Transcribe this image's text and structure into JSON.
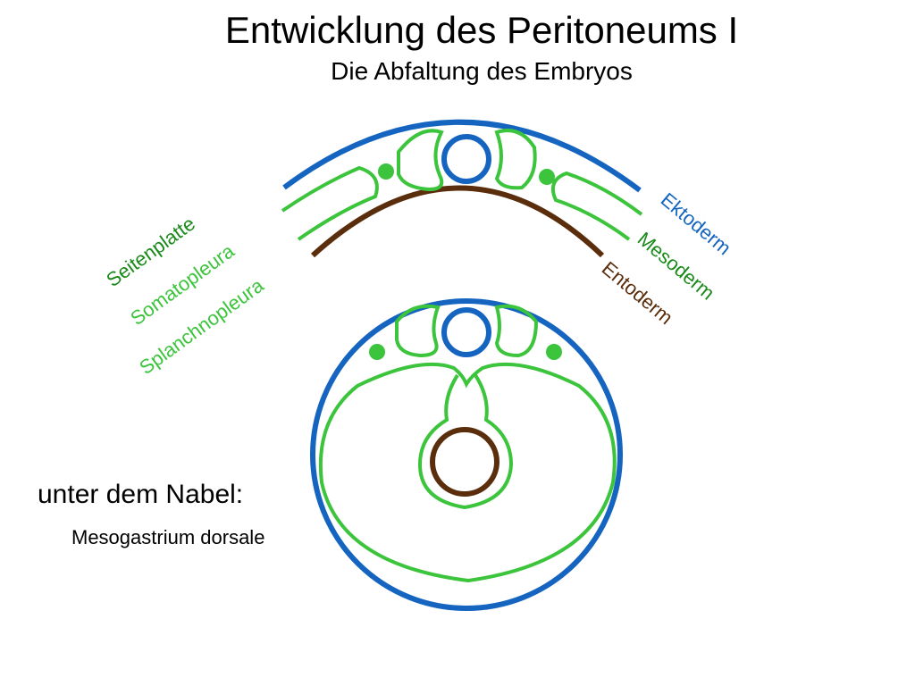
{
  "title": "Entwicklung des Peritoneums I",
  "subtitle": "Die Abfaltung des Embryos",
  "labels": {
    "seitenplatte": "Seitenplatte",
    "somatopleura": "Somatopleura",
    "splanchnopleura": "Splanchnopleura",
    "ektoderm": "Ektoderm",
    "mesoderm": "Mesoderm",
    "entoderm": "Entoderm"
  },
  "note": {
    "main": "unter dem Nabel:",
    "sub": "Mesogastrium dorsale"
  },
  "colors": {
    "ektoderm": "#1565c0",
    "mesoderm": "#3cc43c",
    "mesoderm_label_dark": "#1a8a1a",
    "entoderm": "#5a2d0c",
    "text": "#000000"
  }
}
